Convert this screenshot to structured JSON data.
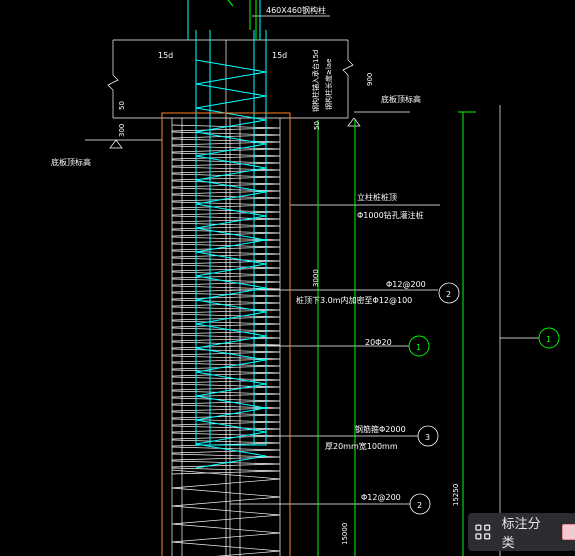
{
  "drawing": {
    "column_section": "460X460钢构柱",
    "anchor_len_left": "15d",
    "anchor_len_right": "15d",
    "note_vertical_1": "钢构柱锚入承台15d",
    "note_vertical_2": "钢构柱长度≥lae",
    "dim_900": "900",
    "dim_50_left": "50",
    "dim_300": "300",
    "dim_50_right": "50",
    "label_cap_top_left": "底板顶标高",
    "label_cap_top_right": "底板顶标高",
    "pile_label_1": "立柱桩桩顶",
    "pile_label_2": "Φ1000钻孔灌注桩",
    "dim_3000": "3000",
    "dim_15250": "15250",
    "dim_15000": "15000",
    "stirrup_top": "Φ12@200",
    "stirrup_dense": "桩顶下3.0m内加密至Φ12@100",
    "main_bars": "20Φ20",
    "ring_rib_1": "钢筋箍Φ2000",
    "ring_rib_2": "厚20mm宽100mm",
    "stirrup_bottom": "Φ12@200",
    "callout_2a": "2",
    "callout_1a": "1",
    "callout_3": "3",
    "callout_2b": "2",
    "callout_1b": "1"
  },
  "panel": {
    "label": "标注分类",
    "icon": "grid-apps-icon",
    "swatch_color": "#f6c9ce"
  },
  "colors": {
    "background": "#000000",
    "green": "#00ff00",
    "cyan": "#00ffff",
    "orange": "#ff7f27",
    "white": "#ffffff"
  }
}
